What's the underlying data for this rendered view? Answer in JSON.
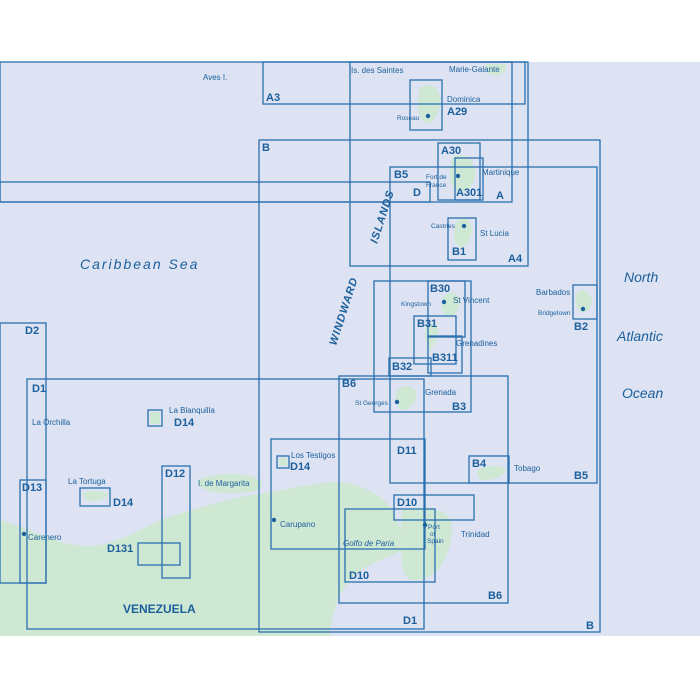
{
  "colors": {
    "water": "#dde3f2",
    "land": "#cfe8d4",
    "lines": "#2a6fae",
    "text": "#1b5f9c"
  },
  "seas": {
    "caribbean": "Caribbean Sea",
    "north": "North",
    "atlantic": "Atlantic",
    "ocean": "Ocean"
  },
  "regions": {
    "windward": "WINDWARD",
    "islands": "ISLANDS",
    "venezuela": "VENEZUELA"
  },
  "places": {
    "aves": "Aves I.",
    "saintes": "Is. des Saintes",
    "marie_galante": "Marie-Galante",
    "dominica": "Dominica",
    "roseau": "Roseau",
    "fort_de": "Fort de",
    "france": "France",
    "martinique": "Martinique",
    "castries": "Castries",
    "st_lucia": "St Lucia",
    "barbados": "Barbados",
    "bridgetown": "Bridgetown",
    "kingstown": "Kingstown",
    "st_vincent": "St Vincent",
    "grenadines": "Grenadines",
    "st_georges": "St Georges",
    "grenada": "Grenada",
    "tobago": "Tobago",
    "port": "Port",
    "of": "of",
    "spain": "Spain",
    "trinidad": "Trinidad",
    "golfo": "Golfo de Paria",
    "los_testigos": "Los Testigos",
    "margarita": "I. de Margarita",
    "carupano": "Carupano",
    "la_blanquilla": "La Blanquilla",
    "la_orchilla": "La Orchilla",
    "la_tortuga": "La Tortuga",
    "carenero": "Carenero"
  },
  "charts": {
    "A": "A",
    "A3": "A3",
    "A29": "A29",
    "A30": "A30",
    "A301": "A301",
    "A4": "A4",
    "B": "B",
    "B1": "B1",
    "B2": "B2",
    "B3": "B3",
    "B4": "B4",
    "B5": "B5",
    "B6": "B6",
    "B30": "B30",
    "B31": "B31",
    "B311": "B311",
    "B32": "B32",
    "D": "D",
    "D1": "D1",
    "D2": "D2",
    "D10": "D10",
    "D11": "D11",
    "D12": "D12",
    "D13": "D13",
    "D131": "D131",
    "D14": "D14"
  }
}
